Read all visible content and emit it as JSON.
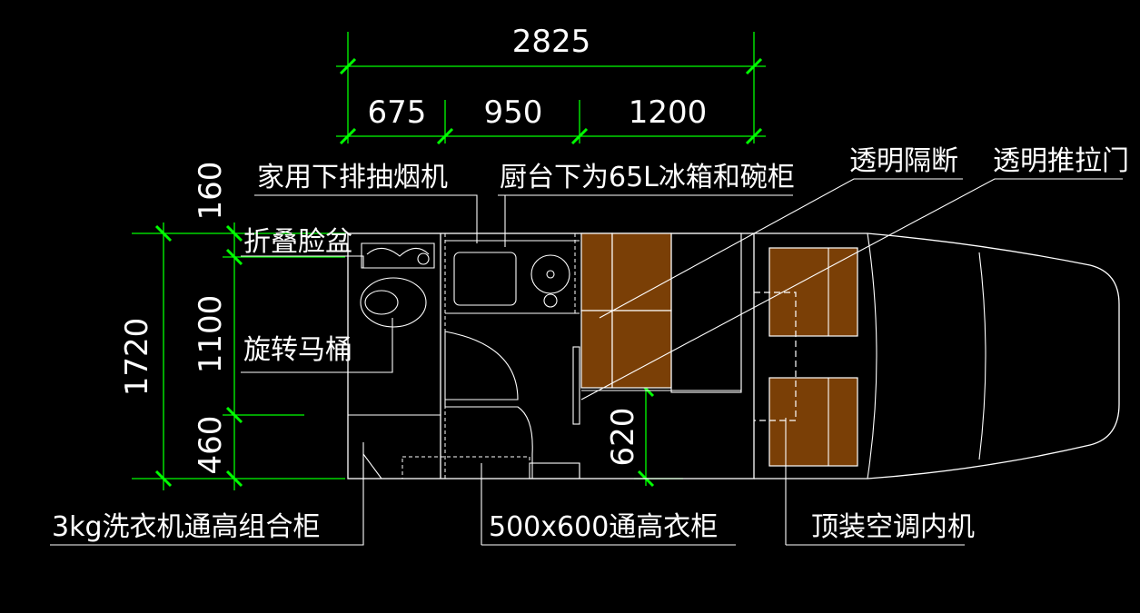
{
  "dimensions": {
    "overall_length": "2825",
    "segment_1": "675",
    "segment_2": "950",
    "segment_3": "1200",
    "overall_width": "1720",
    "width_top": "160",
    "width_mid": "1100",
    "width_bottom": "460",
    "aisle": "620"
  },
  "labels": {
    "range_hood": "家用下排抽烟机",
    "under_counter": "厨台下为65L冰箱和碗柜",
    "partition": "透明隔断",
    "sliding_door": "透明推拉门",
    "folding_basin": "折叠脸盆",
    "rotating_toilet": "旋转马桶",
    "washer_cabinet": "3kg洗衣机通高组合柜",
    "wardrobe": "500x600通高衣柜",
    "ac_unit": "顶装空调内机"
  },
  "colors": {
    "background": "#000000",
    "dimension_lines": "#00ff00",
    "drawing_lines": "#ffffff",
    "furniture_fill": "#7a3f06"
  }
}
